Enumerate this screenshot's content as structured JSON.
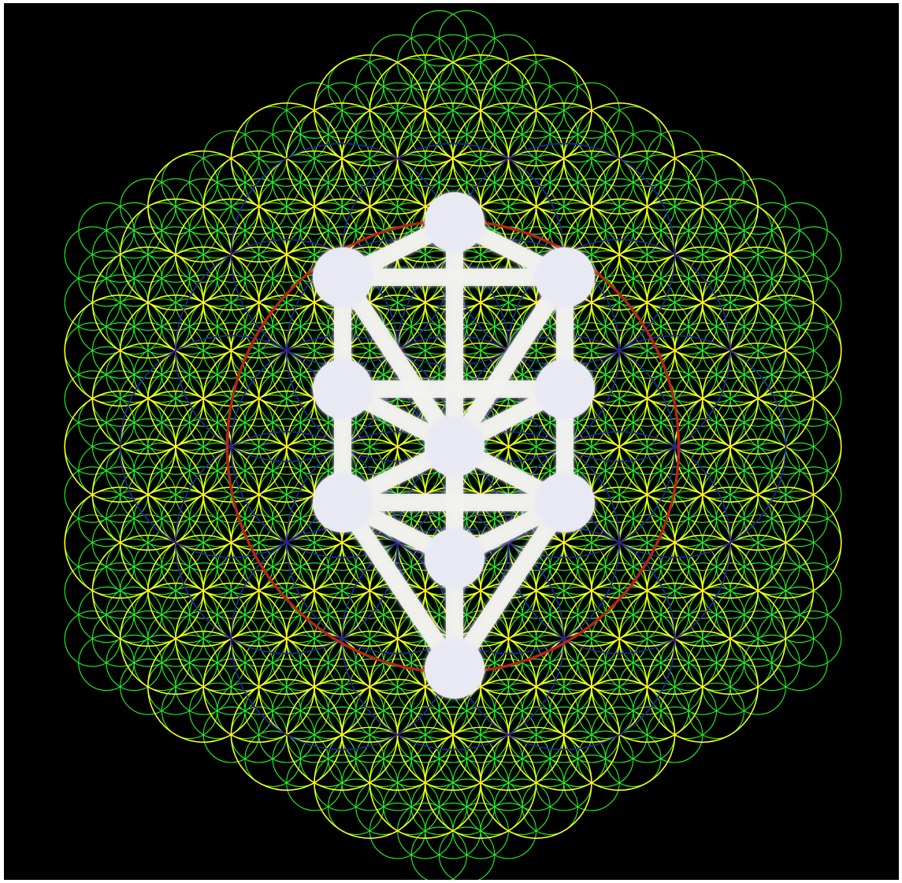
{
  "image": {
    "subject": "flower-of-life-with-tree-of-life",
    "background_color": "#000000",
    "frame_color": "#ffffff"
  },
  "pattern": {
    "small_circle_color": "#1fff1f",
    "medium_circle_color": "#ffff10",
    "large_circle_color": "#23239a",
    "outer_ring_color": "#b8231e",
    "node_color": "#e9e9f4",
    "path_color": "#f2f2ee"
  },
  "tree_of_life": {
    "sephirot_count": 10,
    "paths_count": 22
  }
}
